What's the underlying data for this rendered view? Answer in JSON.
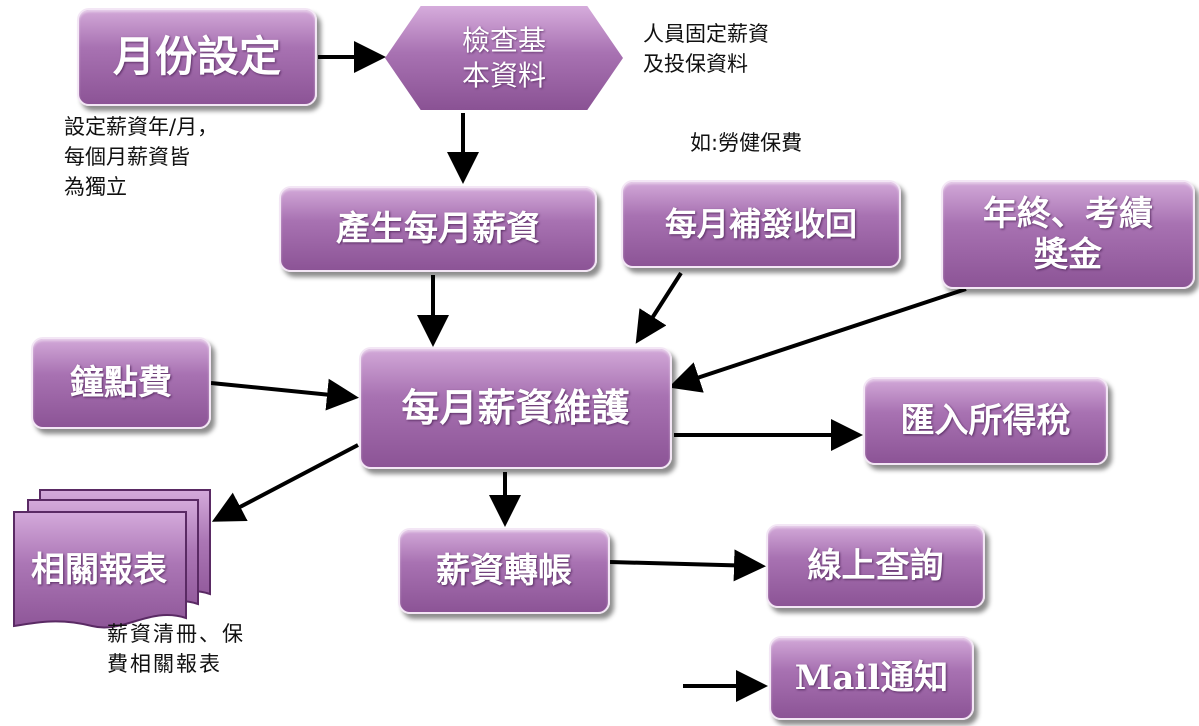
{
  "nodes": {
    "month_setting": "月份設定",
    "check_basic_data": [
      "檢查基",
      "本資料"
    ],
    "generate_monthly_salary": "產生每月薪資",
    "monthly_supplement_recovery": "每月補發收回",
    "year_end_bonus": [
      "年終、考績",
      "獎金"
    ],
    "hourly_fee": "鐘點費",
    "monthly_salary_maintenance": "每月薪資維護",
    "import_income_tax": "匯入所得稅",
    "related_reports": "相關報表",
    "salary_transfer": "薪資轉帳",
    "online_query": "線上查詢",
    "mail_notification": "Mail通知"
  },
  "notes": {
    "basic_data_note": [
      "人員固定薪資",
      "及投保資料"
    ],
    "month_setting_note": [
      "設定薪資年/月，",
      "每個月薪資皆",
      "為獨立"
    ],
    "supplement_example": "如:勞健保費",
    "reports_note": [
      "薪資清冊、保",
      "費相關報表"
    ]
  },
  "colors": {
    "node_fill_top": "#d2a8d8",
    "node_fill_bottom": "#8c5496",
    "node_border": "#f3e6f5",
    "arrow": "#000000",
    "text_on_node": "#ffffff"
  }
}
